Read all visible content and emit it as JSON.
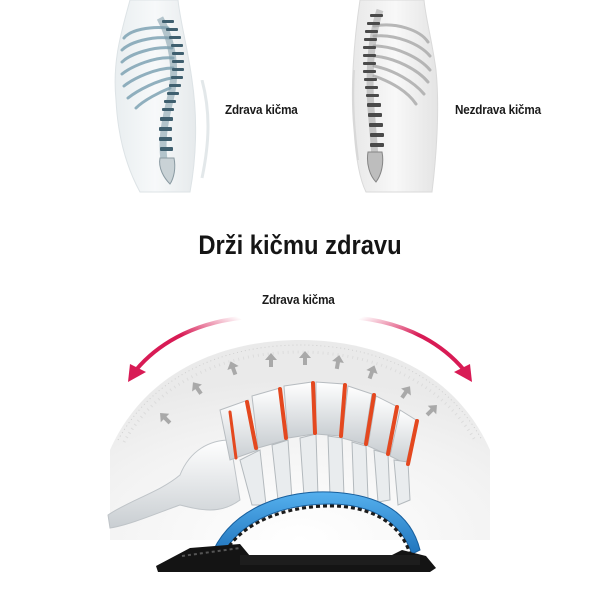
{
  "top_section": {
    "healthy": {
      "label": "Zdrava kičma",
      "figure": "healthy-spine-torso-illustration"
    },
    "unhealthy": {
      "label": "Nezdrava kičma",
      "figure": "unhealthy-spine-torso-illustration"
    }
  },
  "headline": "Drži kičmu zdravu",
  "bottom_section": {
    "arc_label": "Zdrava kičma",
    "figure": "spine-on-back-stretcher-illustration",
    "icons": [
      "curved-arrow-left-icon",
      "curved-arrow-right-icon",
      "upward-arrow-icon"
    ]
  },
  "colors": {
    "arrow": "#d81b55",
    "disc": "#e4481f",
    "stretcher_blue": "#2a8ad6",
    "stretcher_base": "#111111",
    "spine_blue": "#5b8fa6",
    "text": "#1a1a1a"
  }
}
